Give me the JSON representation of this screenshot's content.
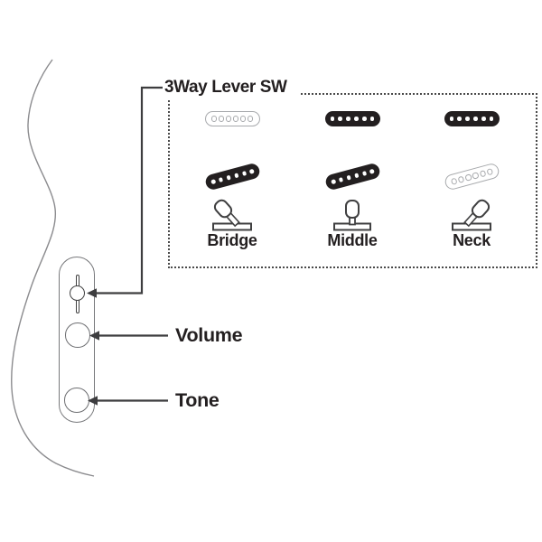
{
  "diagram": {
    "title": "3Way Lever SW",
    "volume_label": "Volume",
    "tone_label": "Tone",
    "positions": [
      {
        "label": "Bridge",
        "straight_pickup": "inactive",
        "slanted_pickup": "active",
        "lever": "left"
      },
      {
        "label": "Middle",
        "straight_pickup": "active",
        "slanted_pickup": "active",
        "lever": "center"
      },
      {
        "label": "Neck",
        "straight_pickup": "active",
        "slanted_pickup": "inactive",
        "lever": "right"
      }
    ],
    "colors": {
      "pickup_active": "#231f20",
      "pickup_inactive_stroke": "#a7a9ac",
      "line_dark": "#3d3d3f",
      "body_outline": "#8b8b8e",
      "text": "#231f20"
    }
  }
}
